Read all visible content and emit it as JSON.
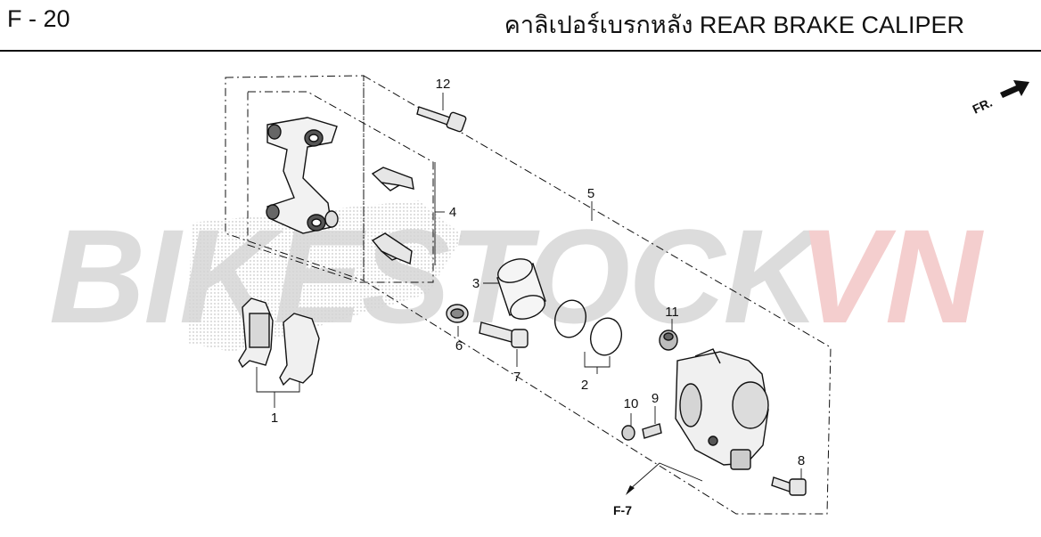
{
  "header": {
    "page_code": "F - 20",
    "title": "คาลิเปอร์เบรกหลัง  REAR BRAKE CALIPER"
  },
  "watermark": {
    "text_gray": "BIKESTOCK",
    "text_red": "VN",
    "gray_color": "#d6d6d6",
    "red_color": "#f3c6c6"
  },
  "direction_marker": {
    "label": "FR."
  },
  "reference": {
    "label": "F-7"
  },
  "callouts": [
    "1",
    "2",
    "3",
    "4",
    "5",
    "6",
    "7",
    "8",
    "9",
    "10",
    "11",
    "12"
  ]
}
